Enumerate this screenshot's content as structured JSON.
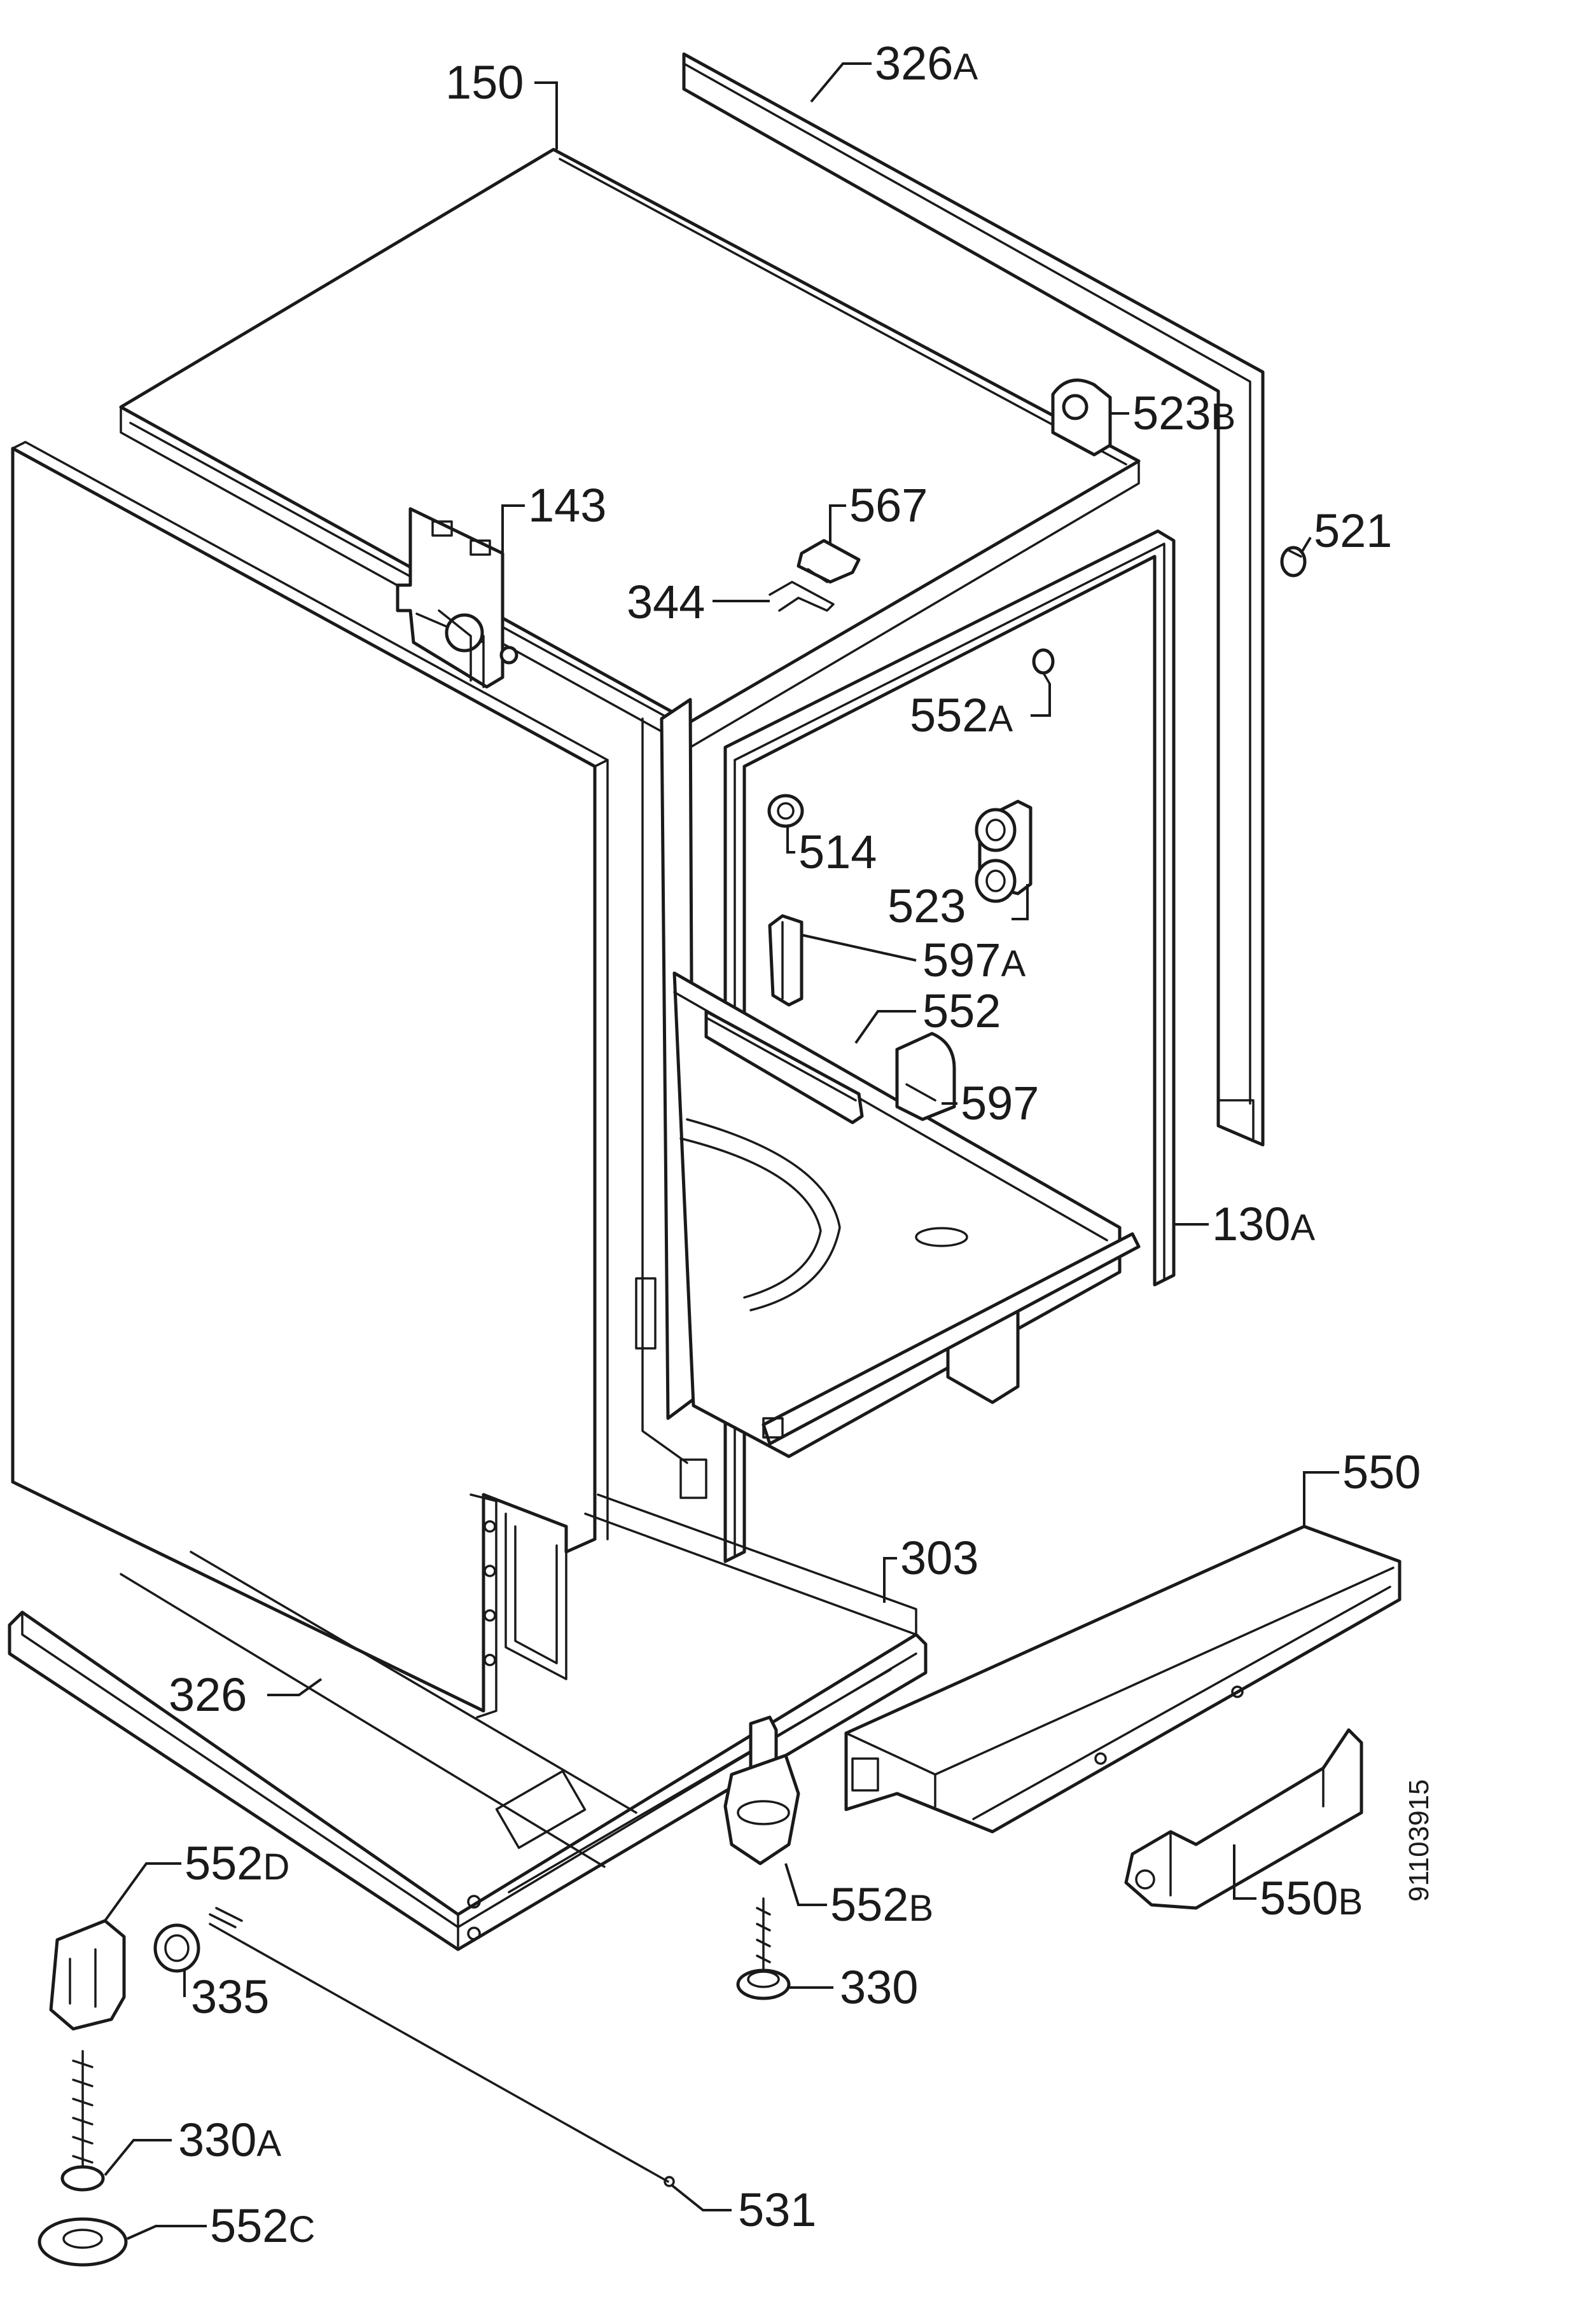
{
  "callouts": [
    {
      "id": "150",
      "num": "150",
      "suffix": ""
    },
    {
      "id": "326A",
      "num": "326",
      "suffix": "A"
    },
    {
      "id": "523B",
      "num": "523",
      "suffix": "B"
    },
    {
      "id": "521",
      "num": "521",
      "suffix": ""
    },
    {
      "id": "143",
      "num": "143",
      "suffix": ""
    },
    {
      "id": "567",
      "num": "567",
      "suffix": ""
    },
    {
      "id": "344",
      "num": "344",
      "suffix": ""
    },
    {
      "id": "552A",
      "num": "552",
      "suffix": "A"
    },
    {
      "id": "514",
      "num": "514",
      "suffix": ""
    },
    {
      "id": "523",
      "num": "523",
      "suffix": ""
    },
    {
      "id": "597A",
      "num": "597",
      "suffix": "A"
    },
    {
      "id": "552",
      "num": "552",
      "suffix": ""
    },
    {
      "id": "597",
      "num": "597",
      "suffix": ""
    },
    {
      "id": "130A",
      "num": "130",
      "suffix": "A"
    },
    {
      "id": "550",
      "num": "550",
      "suffix": ""
    },
    {
      "id": "303",
      "num": "303",
      "suffix": ""
    },
    {
      "id": "326",
      "num": "326",
      "suffix": ""
    },
    {
      "id": "552D",
      "num": "552",
      "suffix": "D"
    },
    {
      "id": "552B",
      "num": "552",
      "suffix": "B"
    },
    {
      "id": "550B",
      "num": "550",
      "suffix": "B"
    },
    {
      "id": "335",
      "num": "335",
      "suffix": ""
    },
    {
      "id": "330",
      "num": "330",
      "suffix": ""
    },
    {
      "id": "330A",
      "num": "330",
      "suffix": "A"
    },
    {
      "id": "531",
      "num": "531",
      "suffix": ""
    },
    {
      "id": "552C",
      "num": "552",
      "suffix": "C"
    }
  ],
  "document_id": "91103915"
}
